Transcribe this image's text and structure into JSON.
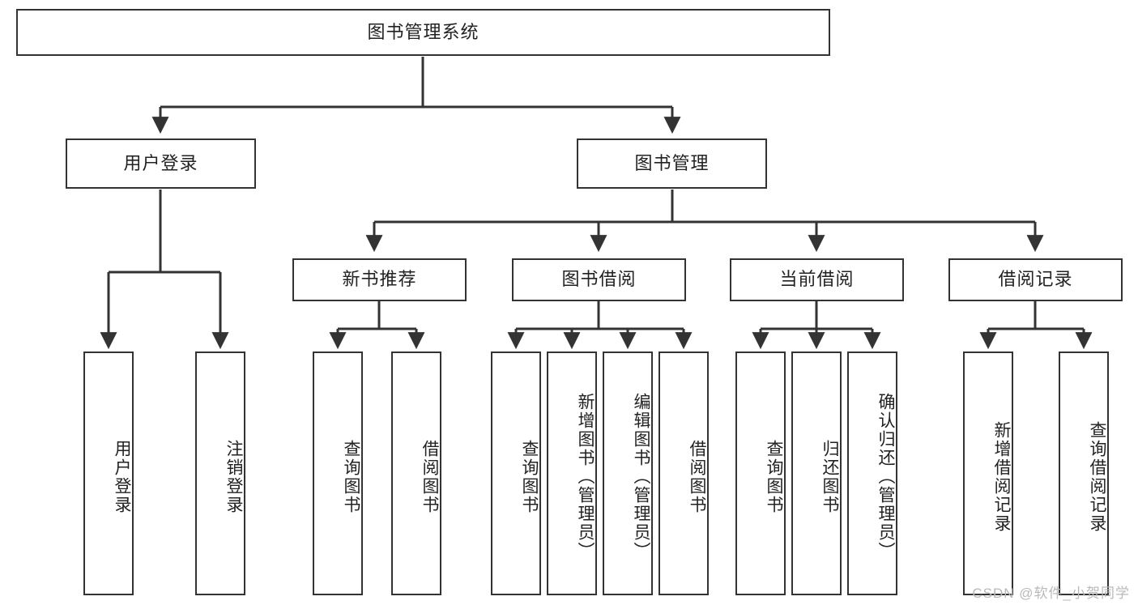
{
  "diagram": {
    "type": "tree",
    "title": "图书管理系统",
    "orientation": "top-down",
    "colors": {
      "box_border": "#333333",
      "box_fill": "#ffffff",
      "edge": "#333333",
      "text": "#222222",
      "watermark": "#b9b9b9",
      "background": "#ffffff"
    }
  },
  "root": {
    "label": "图书管理系统"
  },
  "level2": [
    {
      "label": "用户登录"
    },
    {
      "label": "图书管理"
    }
  ],
  "level3": [
    {
      "label": "新书推荐"
    },
    {
      "label": "图书借阅"
    },
    {
      "label": "当前借阅"
    },
    {
      "label": "借阅记录"
    }
  ],
  "leaves": {
    "user_login": [
      {
        "label": "用户登录"
      },
      {
        "label": "注销登录"
      }
    ],
    "new_book": [
      {
        "label": "查询图书"
      },
      {
        "label": "借阅图书"
      }
    ],
    "book_borrow": [
      {
        "label": "查询图书"
      },
      {
        "label": "新增图书（管理员）"
      },
      {
        "label": "编辑图书（管理员）"
      },
      {
        "label": "借阅图书"
      }
    ],
    "current_borrow": [
      {
        "label": "查询图书"
      },
      {
        "label": "归还图书"
      },
      {
        "label": "确认归还（管理员）"
      }
    ],
    "borrow_record": [
      {
        "label": "新增借阅记录"
      },
      {
        "label": "查询借阅记录"
      }
    ]
  },
  "watermark": {
    "text": "CSDN @软件_小贺同学"
  }
}
